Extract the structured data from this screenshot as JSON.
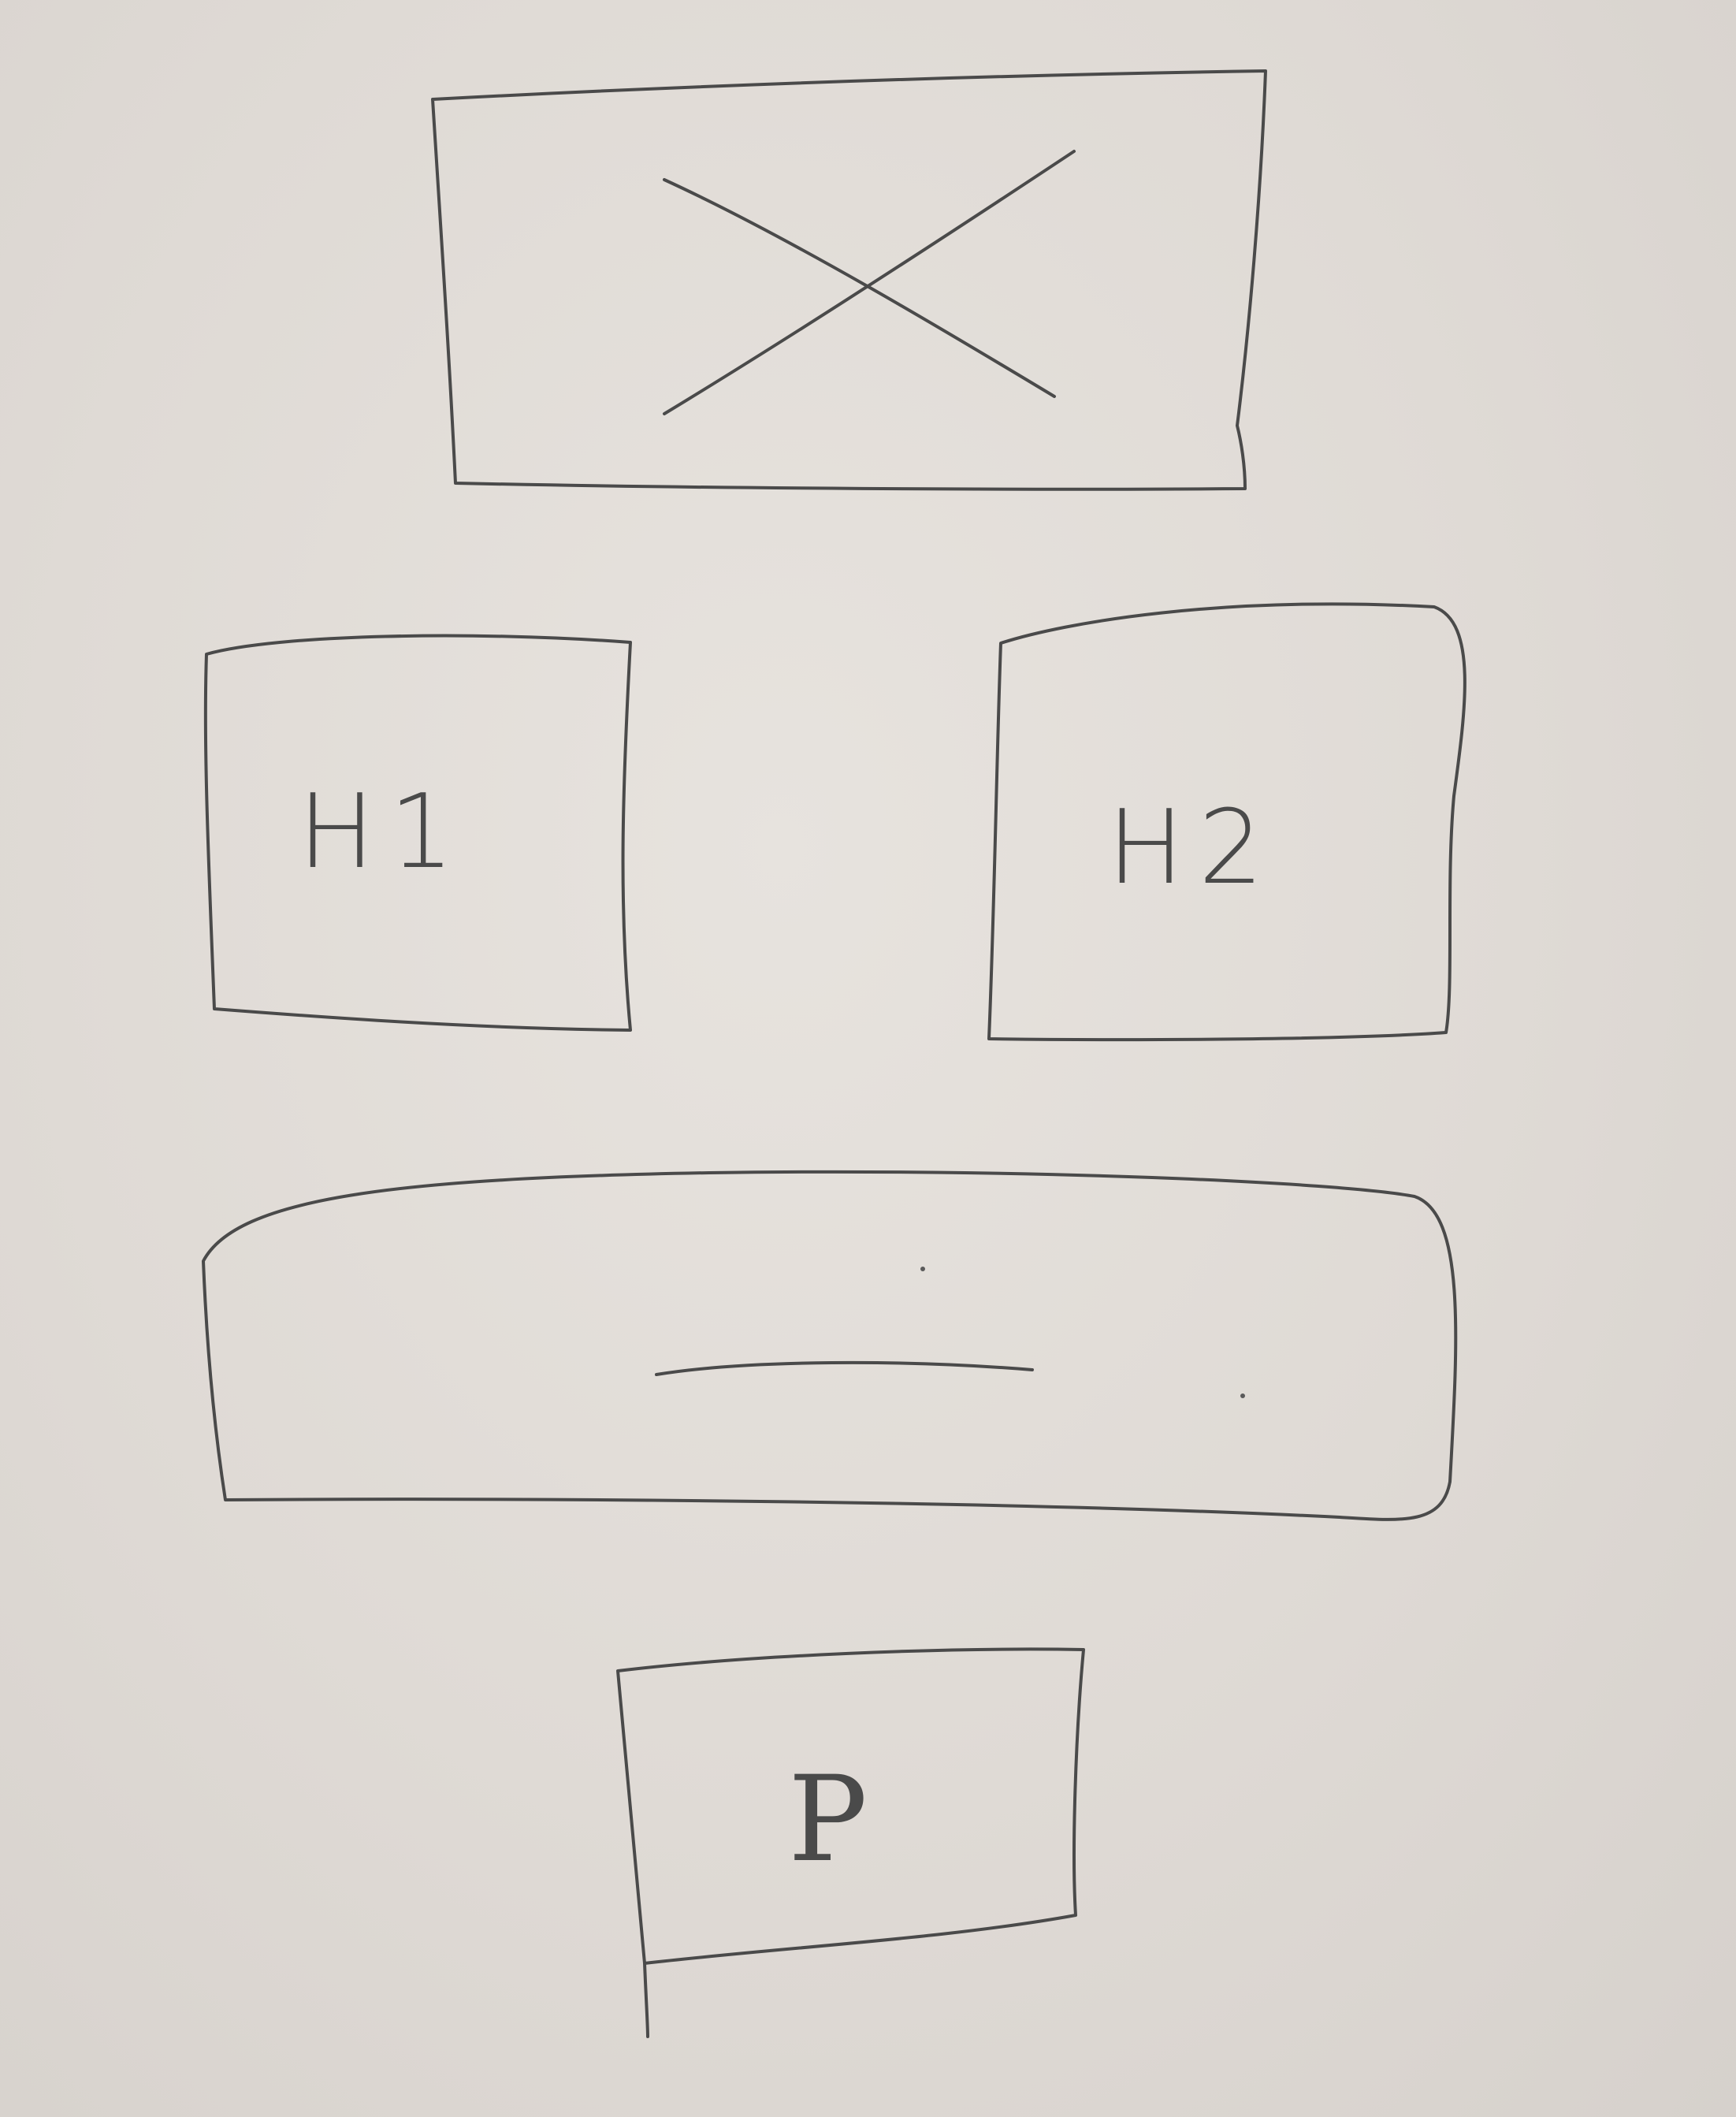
{
  "sketch": {
    "image_placeholder": {
      "kind": "image",
      "icon": "image-placeholder-cross-icon"
    },
    "box_left": {
      "label": "H1"
    },
    "box_right": {
      "label": "H2"
    },
    "wide_box": {
      "content": "horizontal-line"
    },
    "bottom_box": {
      "label": "P"
    }
  },
  "colors": {
    "paper": "#e2ded9",
    "pencil": "#4a4a4a"
  }
}
